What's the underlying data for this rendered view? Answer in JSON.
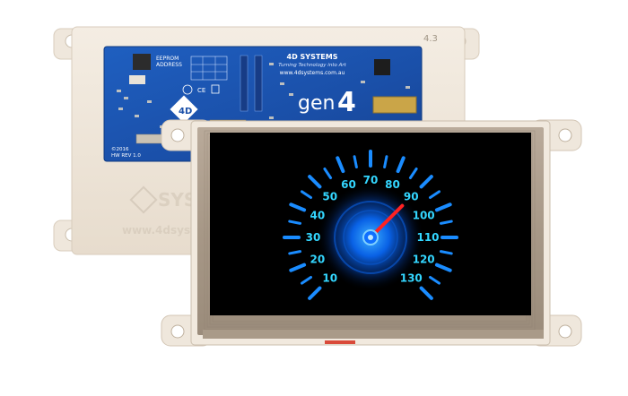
{
  "board": {
    "model_tag": "4.3",
    "eeprom_label": "EEPROM",
    "address_label": "ADDRESS",
    "brand": "4D SYSTEMS",
    "tagline": "Turning Technology into Art",
    "website": "www.4dsystems.com.au",
    "product_logo_text": "gen",
    "product_logo_digit": "4",
    "copyright": "©2016",
    "revision": "HW REV 1.0",
    "case_brand": "SYSTE",
    "case_website": "www.4dsystem"
  },
  "speedometer": {
    "labels": [
      "10",
      "20",
      "30",
      "40",
      "50",
      "60",
      "70",
      "80",
      "90",
      "100",
      "110",
      "120",
      "130"
    ],
    "min": 10,
    "max": 130,
    "needle_value": 90,
    "tick_count": 25,
    "colors": {
      "tick": "#1a8cff",
      "label": "#33d6ff",
      "needle": "#ff2222",
      "glow": "#0a6cff"
    }
  }
}
